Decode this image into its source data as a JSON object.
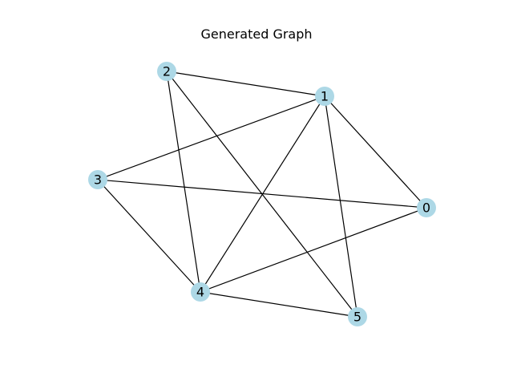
{
  "title": "Generated Graph",
  "colors": {
    "node": "#add8e6",
    "edge": "#000000",
    "label": "#000000",
    "background": "#ffffff"
  },
  "nodes": [
    {
      "id": "0",
      "label": "0"
    },
    {
      "id": "1",
      "label": "1"
    },
    {
      "id": "2",
      "label": "2"
    },
    {
      "id": "3",
      "label": "3"
    },
    {
      "id": "4",
      "label": "4"
    },
    {
      "id": "5",
      "label": "5"
    }
  ],
  "edges": [
    [
      "2",
      "1"
    ],
    [
      "2",
      "4"
    ],
    [
      "2",
      "5"
    ],
    [
      "1",
      "3"
    ],
    [
      "1",
      "4"
    ],
    [
      "1",
      "5"
    ],
    [
      "1",
      "0"
    ],
    [
      "3",
      "0"
    ],
    [
      "3",
      "4"
    ],
    [
      "4",
      "0"
    ],
    [
      "4",
      "5"
    ]
  ]
}
